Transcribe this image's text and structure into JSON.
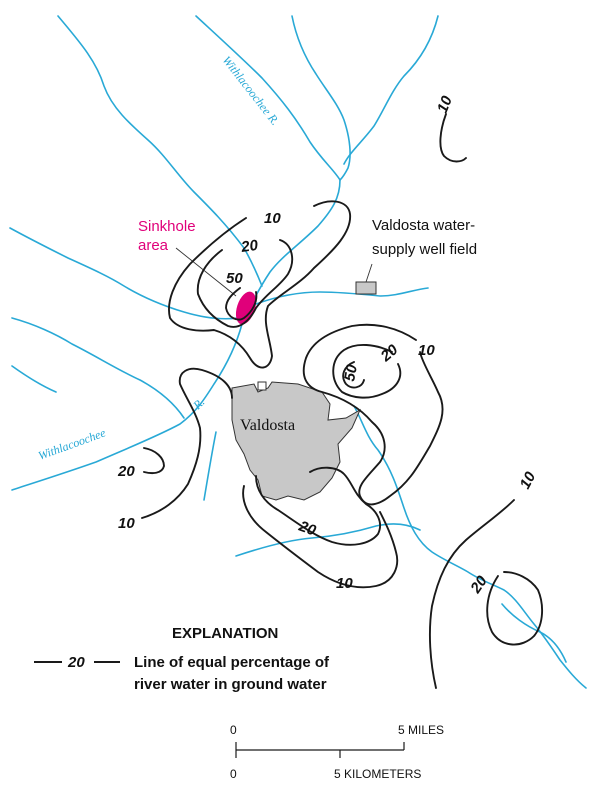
{
  "rivers": {
    "withlacoochee_north_label": "Withlacoochee R.",
    "withlacoochee_west_label": "Withlacoochee",
    "river_r_label": "R."
  },
  "contours": {
    "ne_10": "10",
    "north_10": "10",
    "north_20": "20",
    "north_50": "50",
    "east_10": "10",
    "east_20": "20",
    "east_50": "50",
    "west_20": "20",
    "west_10": "10",
    "south_20": "20",
    "south_10": "10",
    "se_10": "10",
    "se_20": "20"
  },
  "labels": {
    "sinkhole_line1": "Sinkhole",
    "sinkhole_line2": "area",
    "wellfield_line1": "Valdosta water-",
    "wellfield_line2": "supply well field",
    "city": "Valdosta"
  },
  "explanation": {
    "title": "EXPLANATION",
    "legend_value": "20",
    "legend_line1": "Line of equal percentage of",
    "legend_line2": "river water in ground water"
  },
  "scale_bar": {
    "miles_zero": "0",
    "miles_label": "5 MILES",
    "km_zero": "0",
    "km_label": "5 KILOMETERS"
  },
  "colors": {
    "river": "#29a9d6",
    "contour": "#1a1a1a",
    "sinkhole": "#e0007a",
    "city_fill": "#c8c8c8",
    "well_field_fill": "#c8c8c8"
  }
}
